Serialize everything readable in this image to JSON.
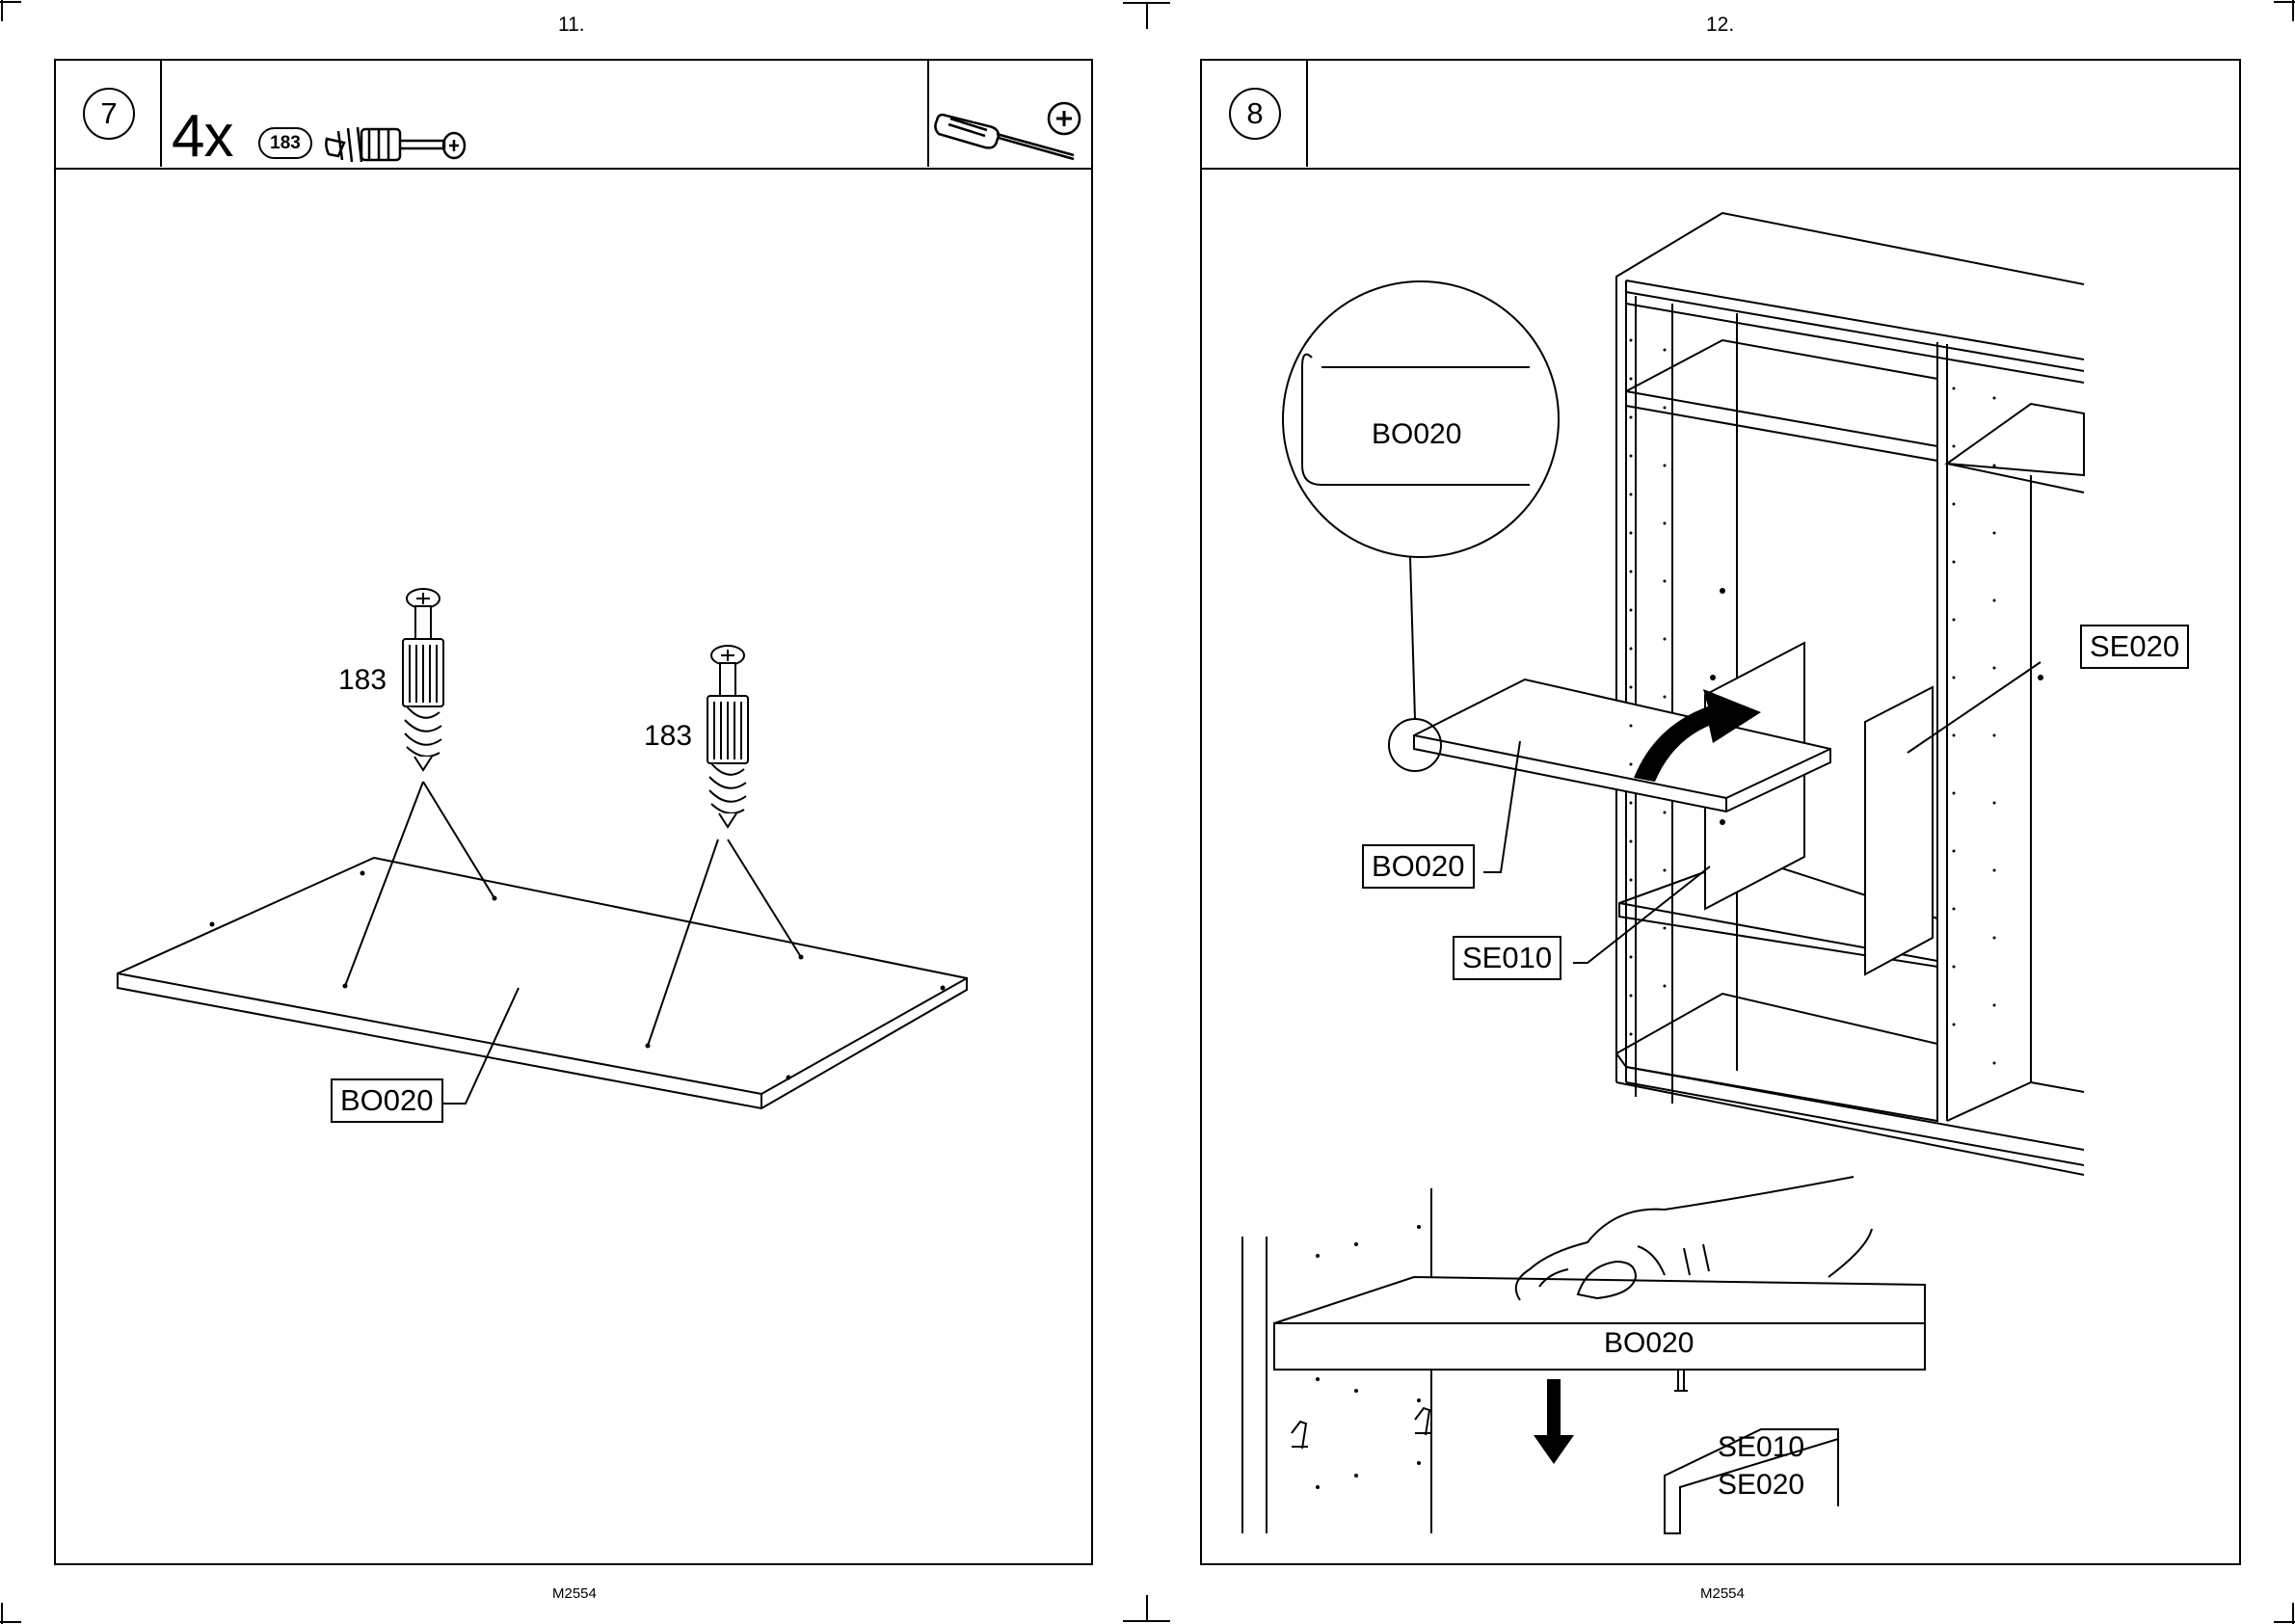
{
  "pages": [
    {
      "page_number": "11.",
      "footer_code": "M2554",
      "step": {
        "number": "7",
        "quantity": "4x",
        "part_badge": "183",
        "hardware_icon": "cam-bolt-icon",
        "tool_icon": "phillips-screwdriver-icon"
      },
      "labels": {
        "bolt_left": "183",
        "bolt_right": "183",
        "panel_tag": "BO020"
      }
    },
    {
      "page_number": "12.",
      "footer_code": "M2554",
      "step": {
        "number": "8"
      },
      "labels": {
        "zoom_circle": "BO020",
        "shelf_tag": "BO020",
        "divider_tag_left": "SE010",
        "divider_tag_right": "SE020",
        "detail_shelf": "BO020",
        "detail_divider_1": "SE010",
        "detail_divider_2": "SE020"
      }
    }
  ]
}
